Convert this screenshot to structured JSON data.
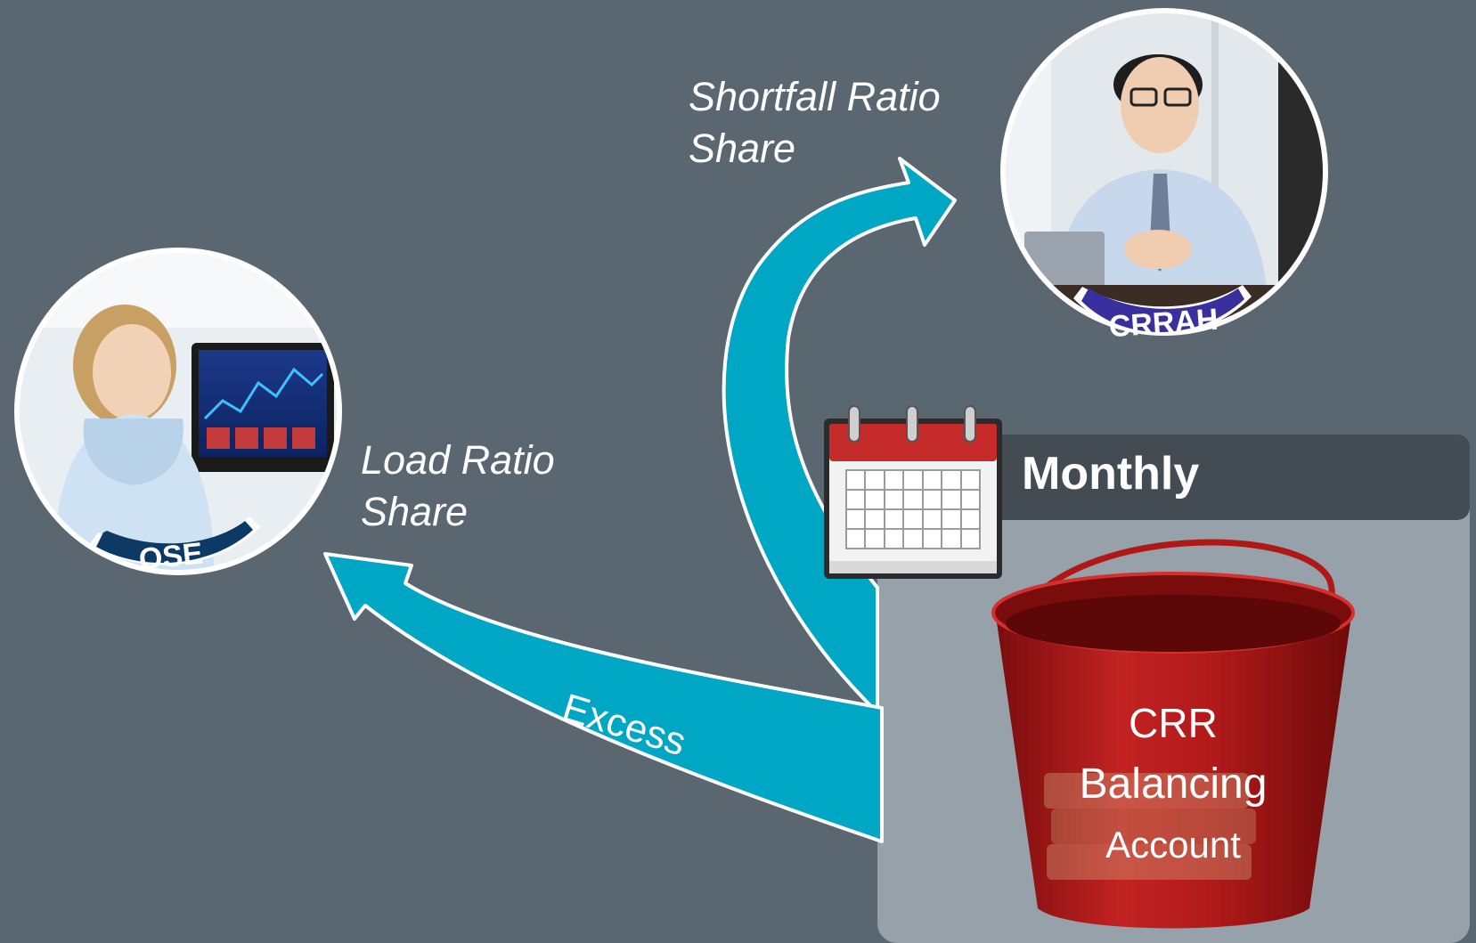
{
  "participants": {
    "qse": {
      "badge": "QSE"
    },
    "crrah": {
      "badge": "CRRAH"
    }
  },
  "labels": {
    "shortfall_line1": "Shortfall Ratio",
    "shortfall_line2": "Share",
    "load_line1": "Load Ratio",
    "load_line2": "Share",
    "excess": "Excess"
  },
  "schedule": {
    "frequency": "Monthly"
  },
  "account": {
    "line1": "CRR",
    "line2": "Balancing",
    "line3": "Account"
  },
  "colors": {
    "background": "#5a6670",
    "arrow": "#00a7c4",
    "panel": "#97a1aa",
    "panel_header": "#434b53",
    "bucket": "#b01818",
    "qse_badge": "#0c3a64",
    "crrah_badge": "#3a2f9e"
  }
}
